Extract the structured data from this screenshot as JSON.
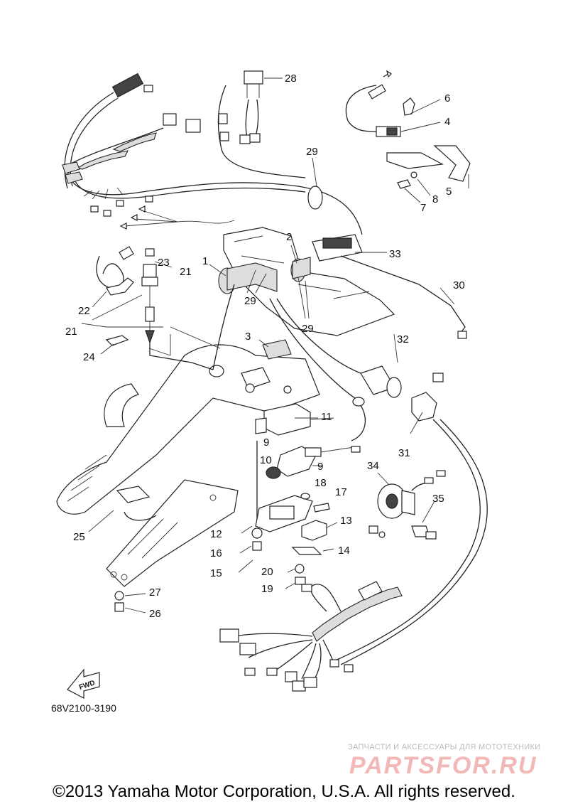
{
  "diagram": {
    "code": "68V2100-3190",
    "fwd_label": "FWD",
    "callouts": [
      "1",
      "2",
      "3",
      "4",
      "5",
      "6",
      "7",
      "8",
      "9",
      "9",
      "10",
      "11",
      "12",
      "13",
      "14",
      "15",
      "16",
      "17",
      "18",
      "19",
      "20",
      "21",
      "21",
      "22",
      "23",
      "24",
      "25",
      "26",
      "27",
      "28",
      "29",
      "29",
      "29",
      "30",
      "31",
      "32",
      "33",
      "34",
      "35"
    ]
  },
  "watermark": {
    "subtitle": "ЗАПЧАСТИ И АКСЕССУАРЫ ДЛЯ МОТОТЕХНИКИ",
    "logo": "PARTSFOR.RU"
  },
  "footer": {
    "copyright": "©2013 Yamaha Motor Corporation, U.S.A. All rights reserved."
  }
}
